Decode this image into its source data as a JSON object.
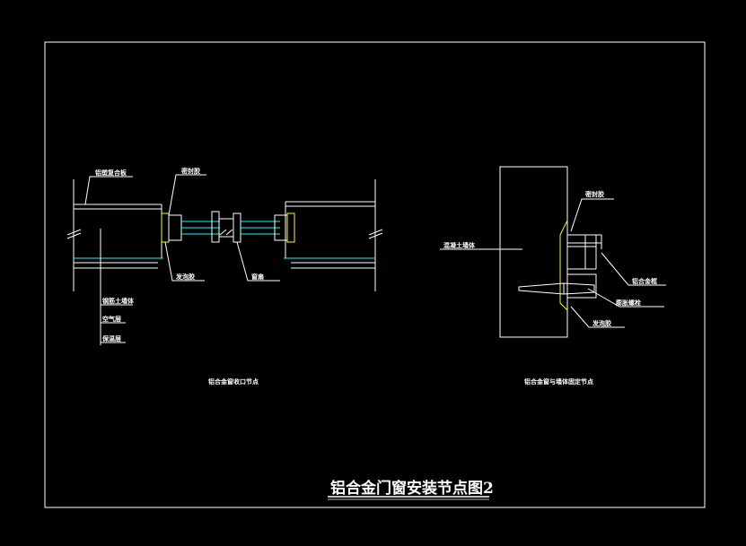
{
  "drawing": {
    "title": "铝合金门窗安装节点图2",
    "left_detail": {
      "caption": "铝合金窗收口节点",
      "labels": {
        "a": "铝塑复合板",
        "b": "密封胶",
        "c": "发泡胶",
        "d": "窗扇",
        "e": "钢筋土墙体",
        "f": "空气层",
        "g": "保温层"
      }
    },
    "right_detail": {
      "caption": "铝合金窗与墙体固定节点",
      "labels": {
        "a": "密封胶",
        "b": "混凝土墙体",
        "c": "铝合金框",
        "d": "膨胀螺栓",
        "e": "发泡胶"
      }
    }
  }
}
